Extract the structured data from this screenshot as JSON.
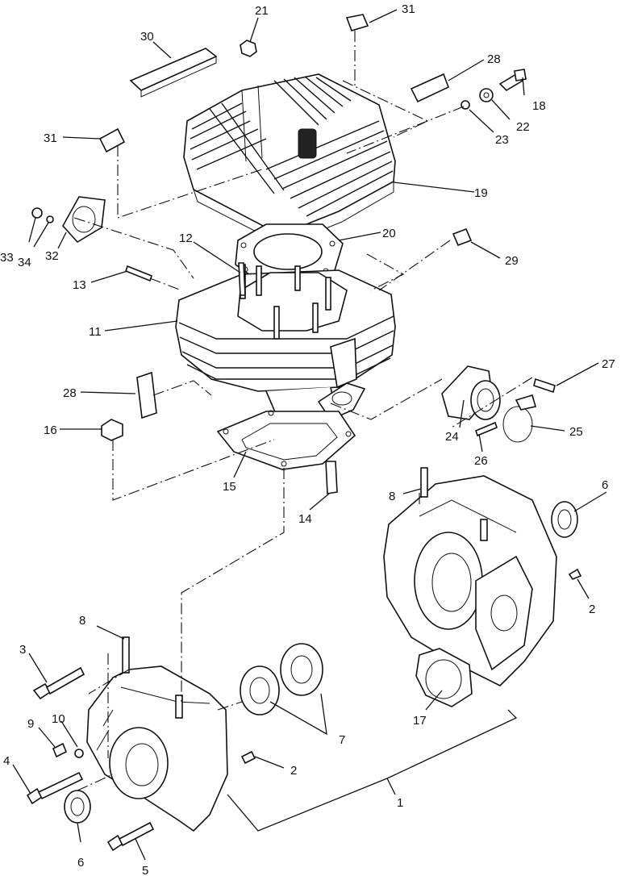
{
  "callouts": [
    {
      "id": "c1",
      "text": "1"
    },
    {
      "id": "c2a",
      "text": "2"
    },
    {
      "id": "c2b",
      "text": "2"
    },
    {
      "id": "c3",
      "text": "3"
    },
    {
      "id": "c4",
      "text": "4"
    },
    {
      "id": "c5",
      "text": "5"
    },
    {
      "id": "c6a",
      "text": "6"
    },
    {
      "id": "c6b",
      "text": "6"
    },
    {
      "id": "c7",
      "text": "7"
    },
    {
      "id": "c8a",
      "text": "8"
    },
    {
      "id": "c8b",
      "text": "8"
    },
    {
      "id": "c9",
      "text": "9"
    },
    {
      "id": "c10",
      "text": "10"
    },
    {
      "id": "c11",
      "text": "11"
    },
    {
      "id": "c12",
      "text": "12"
    },
    {
      "id": "c13",
      "text": "13"
    },
    {
      "id": "c14",
      "text": "14"
    },
    {
      "id": "c15",
      "text": "15"
    },
    {
      "id": "c16",
      "text": "16"
    },
    {
      "id": "c17",
      "text": "17"
    },
    {
      "id": "c18",
      "text": "18"
    },
    {
      "id": "c19",
      "text": "19"
    },
    {
      "id": "c20",
      "text": "20"
    },
    {
      "id": "c21",
      "text": "21"
    },
    {
      "id": "c22",
      "text": "22"
    },
    {
      "id": "c23",
      "text": "23"
    },
    {
      "id": "c24",
      "text": "24"
    },
    {
      "id": "c25",
      "text": "25"
    },
    {
      "id": "c26",
      "text": "26"
    },
    {
      "id": "c27",
      "text": "27"
    },
    {
      "id": "c28a",
      "text": "28"
    },
    {
      "id": "c28b",
      "text": "28"
    },
    {
      "id": "c29",
      "text": "29"
    },
    {
      "id": "c30",
      "text": "30"
    },
    {
      "id": "c31a",
      "text": "31"
    },
    {
      "id": "c31b",
      "text": "31"
    },
    {
      "id": "c32",
      "text": "32"
    },
    {
      "id": "c33",
      "text": "33"
    },
    {
      "id": "c34",
      "text": "34"
    }
  ]
}
